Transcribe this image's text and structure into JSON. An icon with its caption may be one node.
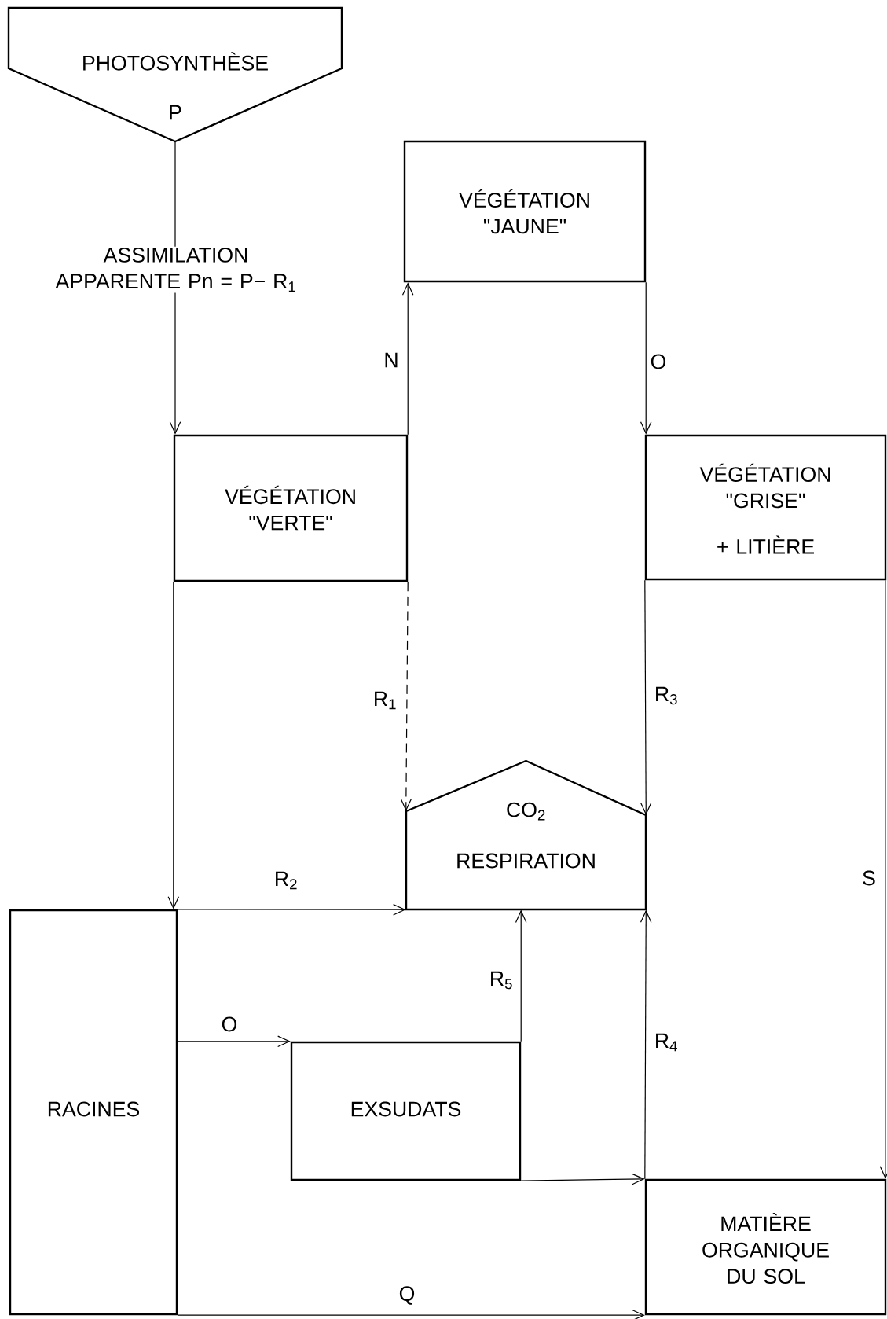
{
  "diagram": {
    "nodes": [
      {
        "text": [
          "PHOTOSYNTHÈSE",
          "P"
        ]
      },
      {
        "text": [
          "VÉGÉTATION \"JAUNE\""
        ]
      },
      {
        "text": [
          "VÉGÉTATION \"VERTE\""
        ]
      },
      {
        "text": [
          "VÉGÉTATION \"GRISE\"",
          "+ LITIÈRE"
        ]
      },
      {
        "text": [
          "CO$_{2}$",
          "RESPIRATION"
        ]
      },
      {
        "text": [
          "RACINES"
        ]
      },
      {
        "text": [
          "EXSUDATS"
        ]
      },
      {
        "text": [
          "MATIÈRE ORGANIQUE DU SOL"
        ]
      }
    ],
    "edges": [
      {
        "from": 0,
        "to": 2,
        "arrow": "to",
        "label": "ASSIMILATION APPARENTE Pn = P− R$_{1}$"
      },
      {
        "from": 2,
        "to": 1,
        "arrow": "to",
        "label": "N"
      },
      {
        "from": 1,
        "to": 3,
        "arrow": "to",
        "label": "O"
      },
      {
        "from": 2,
        "to": 4,
        "arrow": "to",
        "label": "R$_{1}$",
        "style": "dashed"
      },
      {
        "from": 3,
        "to": 4,
        "arrow": "to",
        "label": "R$_{3}$"
      },
      {
        "from": 3,
        "to": 7,
        "arrow": "to",
        "label": "S"
      },
      {
        "from": 2,
        "to": 5,
        "arrow": "to"
      },
      {
        "from": 5,
        "to": 4,
        "arrow": "to",
        "label": "R$_{2}$"
      },
      {
        "from": 5,
        "to": 6,
        "arrow": "to",
        "label": "O"
      },
      {
        "from": 6,
        "to": 4,
        "arrow": "to",
        "label": "R$_{5}$"
      },
      {
        "from": 7,
        "to": 4,
        "arrow": "to",
        "label": "R$_{4}$"
      },
      {
        "from": 6,
        "to": 7,
        "arrow": "to"
      },
      {
        "from": 5,
        "to": 7,
        "arrow": "to",
        "label": "Q"
      }
    ]
  }
}
